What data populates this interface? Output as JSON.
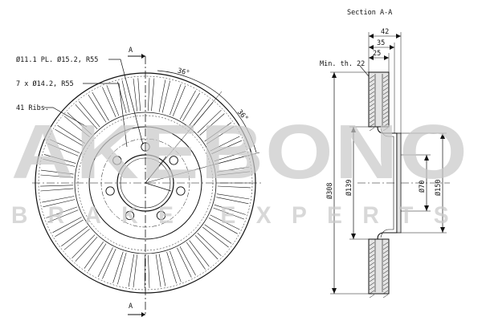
{
  "watermark": {
    "brand": "AKEBONO",
    "tagline": "BRAKE EXPERTS"
  },
  "front_view": {
    "section_marker_top": "A",
    "section_marker_bottom": "A",
    "callout_bolt_holes": "Ø11.1 PL. Ø15.2, R55",
    "callout_holes": "7 x Ø14.2, R55",
    "callout_ribs": "41 Ribs.",
    "angle_1": "36°",
    "angle_2": "36°"
  },
  "section_view": {
    "title": "Section A-A",
    "min_thickness": "Min. th. 22",
    "dim_42": "42",
    "dim_35": "35",
    "dim_25": "25",
    "dia_308": "Ø308",
    "dia_139": "Ø139",
    "dia_70": "Ø70",
    "dia_150": "Ø150"
  },
  "colors": {
    "line": "#111111",
    "watermark": "#c9c9c9",
    "background": "#ffffff"
  }
}
